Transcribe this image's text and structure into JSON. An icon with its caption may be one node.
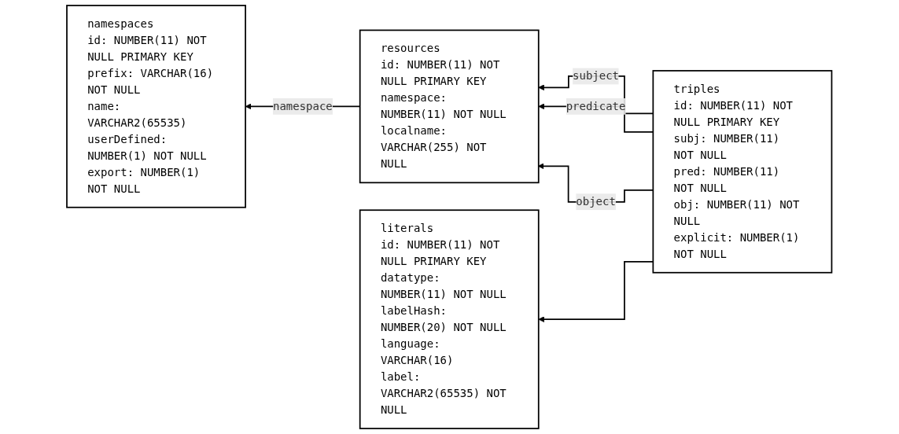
{
  "diagram": {
    "nodes": [
      {
        "text": [
          "namespaces",
          "id: NUMBER(11) NOT NULL PRIMARY KEY",
          "prefix: VARCHAR(16) NOT NULL",
          "name: VARCHAR2(65535)",
          "userDefined: NUMBER(1) NOT NULL",
          "export: NUMBER(1) NOT NULL"
        ]
      },
      {
        "text": [
          "triples",
          "id: NUMBER(11) NOT NULL PRIMARY KEY",
          "subj: NUMBER(11) NOT NULL",
          "pred: NUMBER(11) NOT NULL",
          "obj: NUMBER(11) NOT NULL",
          "explicit: NUMBER(1) NOT NULL"
        ]
      },
      {
        "text": [
          "resources",
          "id: NUMBER(11) NOT NULL PRIMARY KEY",
          "namespace: NUMBER(11) NOT NULL",
          "localname: VARCHAR(255) NOT NULL"
        ]
      },
      {
        "text": [
          "literals",
          "id: NUMBER(11) NOT NULL PRIMARY KEY",
          "datatype: NUMBER(11) NOT NULL",
          "labelHash: NUMBER(20) NOT NULL",
          "language: VARCHAR(16)",
          "label: VARCHAR2(65535) NOT NULL"
        ]
      }
    ],
    "edges": [
      {
        "from": 2,
        "to": 0,
        "arrow": "to",
        "label": "namespace"
      },
      {
        "from": 1,
        "to": 2,
        "arrow": "to",
        "label": "subject"
      },
      {
        "from": 1,
        "to": 2,
        "arrow": "to",
        "label": "predicate"
      },
      {
        "from": 1,
        "to": 2,
        "arrow": "to",
        "label": "object"
      },
      {
        "from": 1,
        "to": 3,
        "arrow": "to"
      }
    ]
  }
}
